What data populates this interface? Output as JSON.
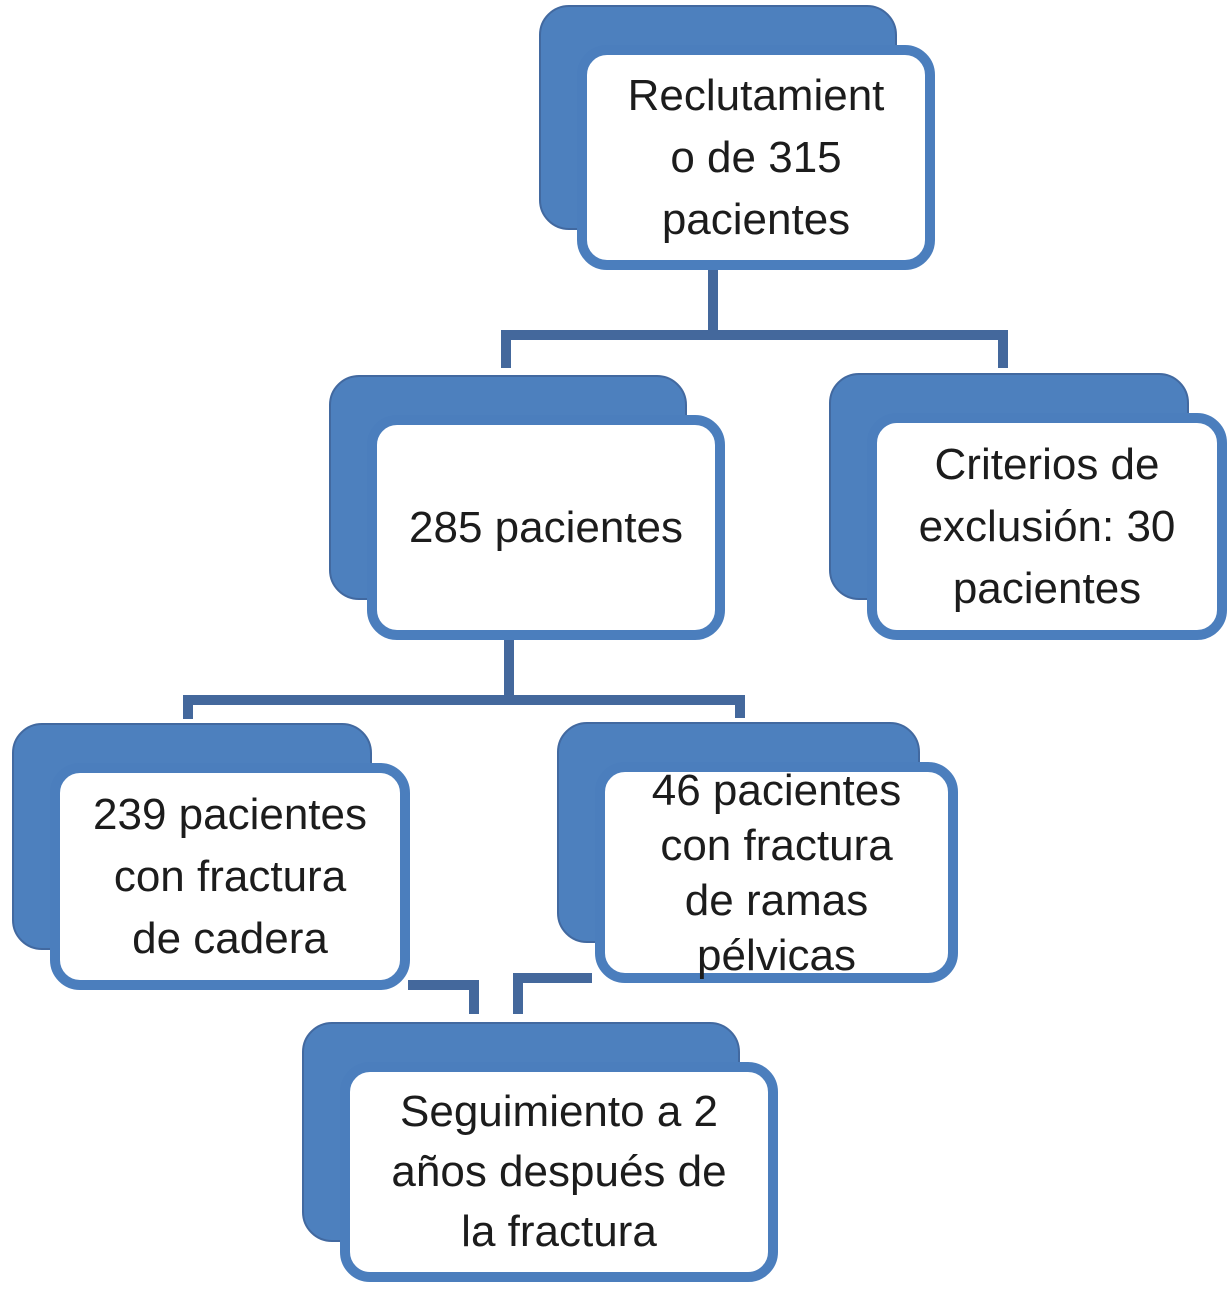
{
  "diagram": {
    "type": "flowchart",
    "language": "es",
    "colors": {
      "background": "#ffffff",
      "box_fill": "#ffffff",
      "box_border": "#4b7ebd",
      "shadow_fill": "#4d80be",
      "shadow_edge": "#4269a0",
      "connector": "#44689c",
      "text": "#1c1c1c"
    },
    "nodes": [
      {
        "id": "recruitment",
        "label": "Reclutamiento de 315 pacientes",
        "lines": [
          "Reclutamient",
          "o de 315",
          "pacientes"
        ]
      },
      {
        "id": "included",
        "label": "285 pacientes",
        "lines": [
          "285 pacientes"
        ]
      },
      {
        "id": "excluded",
        "label": "Criterios de exclusión: 30 pacientes",
        "lines": [
          "Criterios de",
          "exclusión: 30",
          "pacientes"
        ]
      },
      {
        "id": "hip-fracture",
        "label": "239 pacientes con fractura de cadera",
        "lines": [
          "239 pacientes",
          "con fractura",
          "de cadera"
        ]
      },
      {
        "id": "pelvic-fracture",
        "label": "46 pacientes con fractura de ramas pélvicas",
        "lines": [
          "46 pacientes",
          "con fractura",
          "de ramas",
          "pélvicas"
        ]
      },
      {
        "id": "followup",
        "label": "Seguimiento a 2 años después de la fractura",
        "lines": [
          "Seguimiento a 2",
          "años después de",
          "la fractura"
        ]
      }
    ],
    "edges": [
      {
        "from": "recruitment",
        "to": "included"
      },
      {
        "from": "recruitment",
        "to": "excluded"
      },
      {
        "from": "included",
        "to": "hip-fracture"
      },
      {
        "from": "included",
        "to": "pelvic-fracture"
      },
      {
        "from": "hip-fracture",
        "to": "followup"
      },
      {
        "from": "pelvic-fracture",
        "to": "followup"
      }
    ]
  }
}
